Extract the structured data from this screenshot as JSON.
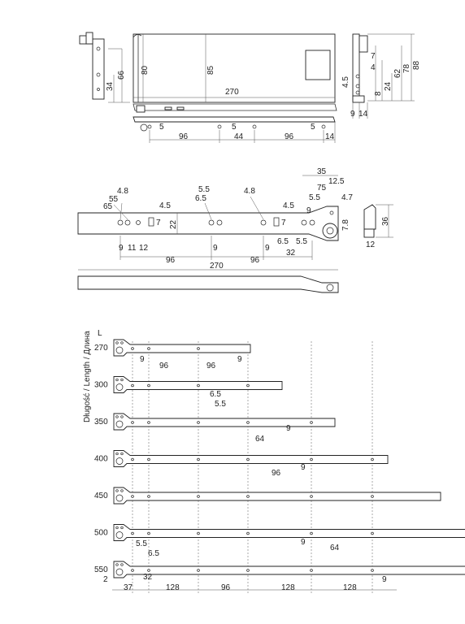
{
  "top_section": {
    "side_dims": [
      "34",
      "66",
      "80",
      "85"
    ],
    "length_dim": "270",
    "end_dims": [
      "7",
      "4",
      "4.5",
      "8",
      "24",
      "62",
      "78",
      "88",
      "9",
      "14"
    ],
    "bottom_dims": [
      "5",
      "5",
      "5"
    ],
    "spacing_dims": [
      "96",
      "44",
      "96",
      "14"
    ]
  },
  "middle_section": {
    "top_dims": [
      "35",
      "12.5",
      "75",
      "5.5",
      "4.7",
      "4.8",
      "55",
      "65",
      "4.5",
      "5.5",
      "6.5",
      "4.8",
      "4.5"
    ],
    "side_dims": [
      "7",
      "22",
      "7",
      "7.8",
      "36"
    ],
    "lower_dims": [
      "9",
      "11",
      "12",
      "9",
      "9",
      "6.5",
      "5.5",
      "9",
      "12"
    ],
    "span_dims": [
      "96",
      "96",
      "32"
    ],
    "total_length": "270"
  },
  "bottom_section": {
    "axis_label": "Długość / Length / Длина",
    "column_header": "L",
    "lengths": [
      "270",
      "300",
      "350",
      "400",
      "450",
      "500",
      "550"
    ],
    "row_dims": {
      "r270": [
        "9",
        "96",
        "96",
        "9"
      ],
      "r300": [
        "6.5",
        "5.5"
      ],
      "r350": [
        "64",
        "9"
      ],
      "r400": [
        "96",
        "9"
      ],
      "r500": [
        "9",
        "64"
      ],
      "r550": [
        "5.5",
        "6.5"
      ]
    },
    "base_dims": [
      "2",
      "37",
      "32",
      "128",
      "96",
      "128",
      "128",
      "9"
    ]
  }
}
